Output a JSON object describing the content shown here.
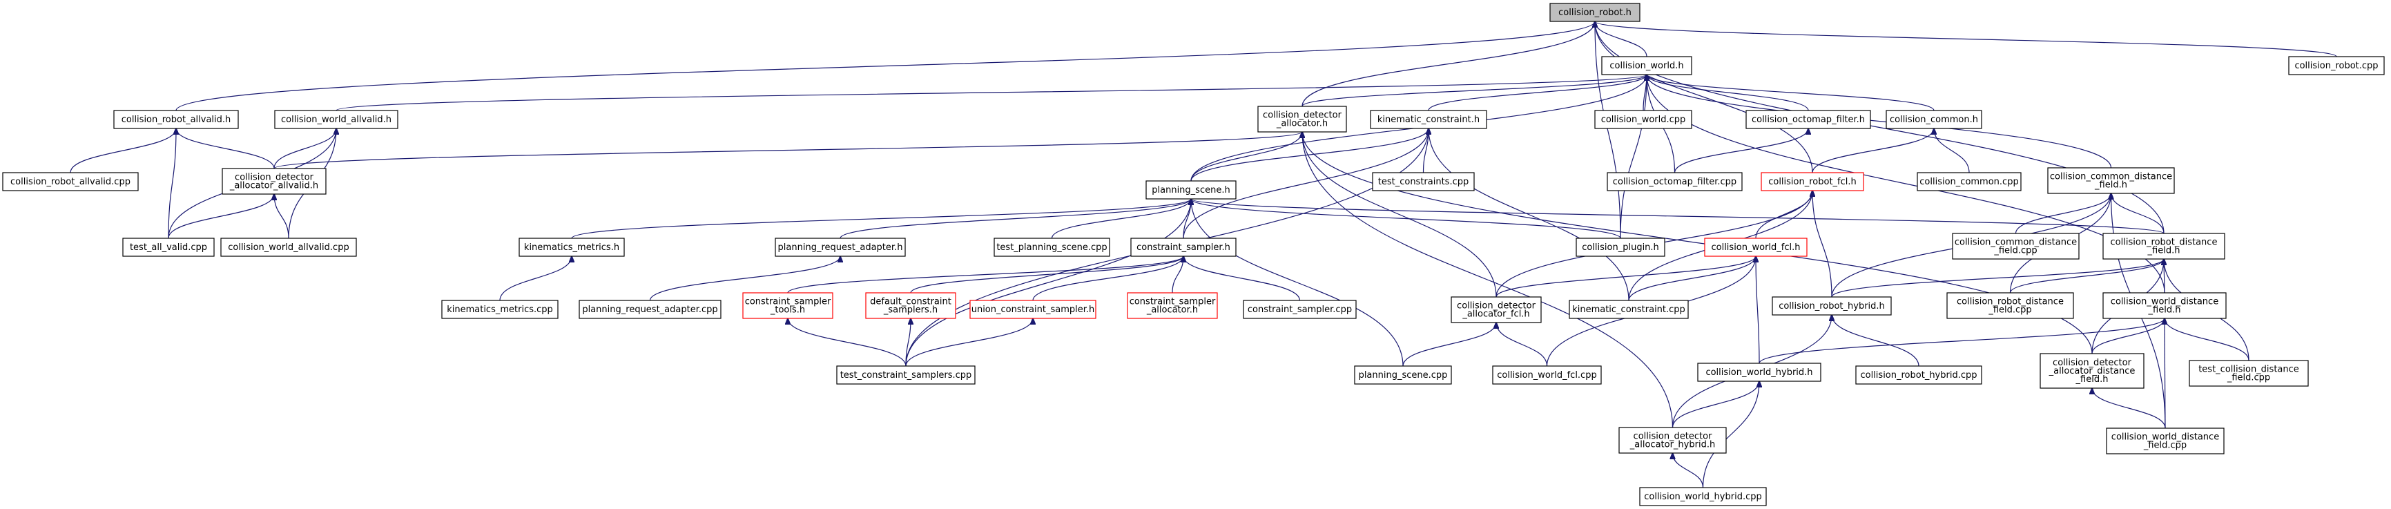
{
  "colors": {
    "edge": "#191970",
    "border": "#000000",
    "red_border": "#ff0000",
    "root_fill": "#bfbfbf",
    "background": "#ffffff"
  },
  "nodes": {
    "collision_robot_h": {
      "lines": [
        "collision_robot.h"
      ],
      "style": "root"
    },
    "collision_world_h": {
      "lines": [
        "collision_world.h"
      ]
    },
    "collision_robot_cpp": {
      "lines": [
        "collision_robot.cpp"
      ]
    },
    "collision_robot_allvalid_h": {
      "lines": [
        "collision_robot_allvalid.h"
      ]
    },
    "collision_world_allvalid_h": {
      "lines": [
        "collision_world_allvalid.h"
      ]
    },
    "collision_detector_allocator_h": {
      "lines": [
        "collision_detector",
        "_allocator.h"
      ]
    },
    "kinematic_constraint_h": {
      "lines": [
        "kinematic_constraint.h"
      ]
    },
    "collision_world_cpp": {
      "lines": [
        "collision_world.cpp"
      ]
    },
    "collision_octomap_filter_h": {
      "lines": [
        "collision_octomap_filter.h"
      ]
    },
    "collision_common_h": {
      "lines": [
        "collision_common.h"
      ]
    },
    "collision_robot_allvalid_cpp": {
      "lines": [
        "collision_robot_allvalid.cpp"
      ]
    },
    "collision_detector_allocator_allvalid_h": {
      "lines": [
        "collision_detector",
        "_allocator_allvalid.h"
      ]
    },
    "test_constraints_cpp": {
      "lines": [
        "test_constraints.cpp"
      ]
    },
    "collision_octomap_filter_cpp": {
      "lines": [
        "collision_octomap_filter.cpp"
      ]
    },
    "collision_robot_fcl_h": {
      "lines": [
        "collision_robot_fcl.h"
      ],
      "style": "red"
    },
    "collision_common_cpp": {
      "lines": [
        "collision_common.cpp"
      ]
    },
    "collision_common_distance_field_h": {
      "lines": [
        "collision_common_distance",
        "_field.h"
      ]
    },
    "planning_scene_h": {
      "lines": [
        "planning_scene.h"
      ]
    },
    "test_all_valid_cpp": {
      "lines": [
        "test_all_valid.cpp"
      ]
    },
    "collision_world_allvalid_cpp": {
      "lines": [
        "collision_world_allvalid.cpp"
      ]
    },
    "kinematics_metrics_h": {
      "lines": [
        "kinematics_metrics.h"
      ]
    },
    "planning_request_adapter_h": {
      "lines": [
        "planning_request_adapter.h"
      ]
    },
    "test_planning_scene_cpp": {
      "lines": [
        "test_planning_scene.cpp"
      ]
    },
    "constraint_sampler_h": {
      "lines": [
        "constraint_sampler.h"
      ]
    },
    "collision_plugin_h": {
      "lines": [
        "collision_plugin.h"
      ]
    },
    "collision_world_fcl_h": {
      "lines": [
        "collision_world_fcl.h"
      ],
      "style": "red"
    },
    "collision_common_distance_field_cpp": {
      "lines": [
        "collision_common_distance",
        "_field.cpp"
      ]
    },
    "collision_robot_distance_field_h": {
      "lines": [
        "collision_robot_distance",
        "_field.h"
      ]
    },
    "kinematics_metrics_cpp": {
      "lines": [
        "kinematics_metrics.cpp"
      ]
    },
    "planning_request_adapter_cpp": {
      "lines": [
        "planning_request_adapter.cpp"
      ]
    },
    "constraint_sampler_tools_h": {
      "lines": [
        "constraint_sampler",
        "_tools.h"
      ],
      "style": "red"
    },
    "default_constraint_samplers_h": {
      "lines": [
        "default_constraint",
        "_samplers.h"
      ],
      "style": "red"
    },
    "union_constraint_sampler_h": {
      "lines": [
        "union_constraint_sampler.h"
      ],
      "style": "red"
    },
    "constraint_sampler_allocator_h": {
      "lines": [
        "constraint_sampler",
        "_allocator.h"
      ],
      "style": "red"
    },
    "constraint_sampler_cpp": {
      "lines": [
        "constraint_sampler.cpp"
      ]
    },
    "collision_detector_allocator_fcl_h": {
      "lines": [
        "collision_detector",
        "_allocator_fcl.h"
      ]
    },
    "kinematic_constraint_cpp": {
      "lines": [
        "kinematic_constraint.cpp"
      ]
    },
    "collision_robot_hybrid_h": {
      "lines": [
        "collision_robot_hybrid.h"
      ]
    },
    "collision_robot_distance_field_cpp": {
      "lines": [
        "collision_robot_distance",
        "_field.cpp"
      ]
    },
    "collision_world_distance_field_h": {
      "lines": [
        "collision_world_distance",
        "_field.h"
      ]
    },
    "test_constraint_samplers_cpp": {
      "lines": [
        "test_constraint_samplers.cpp"
      ]
    },
    "planning_scene_cpp": {
      "lines": [
        "planning_scene.cpp"
      ]
    },
    "collision_world_fcl_cpp": {
      "lines": [
        "collision_world_fcl.cpp"
      ]
    },
    "collision_world_hybrid_h": {
      "lines": [
        "collision_world_hybrid.h"
      ]
    },
    "collision_robot_hybrid_cpp": {
      "lines": [
        "collision_robot_hybrid.cpp"
      ]
    },
    "collision_detector_allocator_distance_field_h": {
      "lines": [
        "collision_detector",
        "_allocator_distance",
        "_field.h"
      ]
    },
    "test_collision_distance_field_cpp": {
      "lines": [
        "test_collision_distance",
        "_field.cpp"
      ]
    },
    "collision_detector_allocator_hybrid_h": {
      "lines": [
        "collision_detector",
        "_allocator_hybrid.h"
      ]
    },
    "collision_world_distance_field_cpp": {
      "lines": [
        "collision_world_distance",
        "_field.cpp"
      ]
    },
    "collision_world_hybrid_cpp": {
      "lines": [
        "collision_world_hybrid.cpp"
      ]
    }
  },
  "edges": [
    [
      "collision_world_h",
      "collision_robot_h"
    ],
    [
      "collision_robot_cpp",
      "collision_robot_h"
    ],
    [
      "collision_robot_allvalid_h",
      "collision_robot_h"
    ],
    [
      "collision_detector_allocator_h",
      "collision_robot_h"
    ],
    [
      "collision_plugin_h",
      "collision_robot_h"
    ],
    [
      "collision_robot_fcl_h",
      "collision_robot_h"
    ],
    [
      "collision_robot_distance_field_h",
      "collision_robot_h"
    ],
    [
      "collision_world_allvalid_h",
      "collision_world_h"
    ],
    [
      "collision_detector_allocator_h",
      "collision_world_h"
    ],
    [
      "kinematic_constraint_h",
      "collision_world_h"
    ],
    [
      "collision_world_cpp",
      "collision_world_h"
    ],
    [
      "collision_octomap_filter_h",
      "collision_world_h"
    ],
    [
      "collision_common_h",
      "collision_world_h"
    ],
    [
      "collision_octomap_filter_cpp",
      "collision_world_h"
    ],
    [
      "collision_common_distance_field_h",
      "collision_world_h"
    ],
    [
      "planning_scene_h",
      "collision_world_h"
    ],
    [
      "collision_plugin_h",
      "collision_world_h"
    ],
    [
      "collision_world_distance_field_h",
      "collision_world_h"
    ],
    [
      "collision_robot_allvalid_cpp",
      "collision_robot_allvalid_h"
    ],
    [
      "test_all_valid_cpp",
      "collision_robot_allvalid_h"
    ],
    [
      "collision_detector_allocator_allvalid_h",
      "collision_robot_allvalid_h"
    ],
    [
      "collision_detector_allocator_allvalid_h",
      "collision_world_allvalid_h"
    ],
    [
      "test_all_valid_cpp",
      "collision_world_allvalid_h"
    ],
    [
      "collision_world_allvalid_cpp",
      "collision_world_allvalid_h"
    ],
    [
      "collision_detector_allocator_allvalid_h",
      "collision_detector_allocator_h"
    ],
    [
      "planning_scene_h",
      "collision_detector_allocator_h"
    ],
    [
      "collision_detector_allocator_fcl_h",
      "collision_detector_allocator_h"
    ],
    [
      "collision_detector_allocator_distance_field_h",
      "collision_detector_allocator_h"
    ],
    [
      "collision_detector_allocator_hybrid_h",
      "collision_detector_allocator_h"
    ],
    [
      "planning_scene_h",
      "kinematic_constraint_h"
    ],
    [
      "test_constraints_cpp",
      "kinematic_constraint_h"
    ],
    [
      "constraint_sampler_h",
      "kinematic_constraint_h"
    ],
    [
      "kinematic_constraint_cpp",
      "kinematic_constraint_h"
    ],
    [
      "test_constraint_samplers_cpp",
      "kinematic_constraint_h"
    ],
    [
      "collision_octomap_filter_cpp",
      "collision_octomap_filter_h"
    ],
    [
      "collision_robot_fcl_h",
      "collision_common_h"
    ],
    [
      "collision_common_cpp",
      "collision_common_h"
    ],
    [
      "test_all_valid_cpp",
      "collision_detector_allocator_allvalid_h"
    ],
    [
      "collision_world_allvalid_cpp",
      "collision_detector_allocator_allvalid_h"
    ],
    [
      "collision_world_fcl_h",
      "collision_robot_fcl_h"
    ],
    [
      "collision_detector_allocator_fcl_h",
      "collision_robot_fcl_h"
    ],
    [
      "kinematic_constraint_cpp",
      "collision_robot_fcl_h"
    ],
    [
      "collision_robot_hybrid_h",
      "collision_robot_fcl_h"
    ],
    [
      "collision_common_distance_field_cpp",
      "collision_common_distance_field_h"
    ],
    [
      "collision_robot_distance_field_h",
      "collision_common_distance_field_h"
    ],
    [
      "collision_robot_hybrid_h",
      "collision_common_distance_field_h"
    ],
    [
      "collision_robot_distance_field_cpp",
      "collision_common_distance_field_h"
    ],
    [
      "collision_world_distance_field_cpp",
      "collision_common_distance_field_h"
    ],
    [
      "kinematics_metrics_h",
      "planning_scene_h"
    ],
    [
      "planning_request_adapter_h",
      "planning_scene_h"
    ],
    [
      "test_planning_scene_cpp",
      "planning_scene_h"
    ],
    [
      "constraint_sampler_h",
      "planning_scene_h"
    ],
    [
      "collision_plugin_h",
      "planning_scene_h"
    ],
    [
      "collision_robot_distance_field_h",
      "planning_scene_h"
    ],
    [
      "test_constraint_samplers_cpp",
      "planning_scene_h"
    ],
    [
      "planning_scene_cpp",
      "planning_scene_h"
    ],
    [
      "kinematics_metrics_cpp",
      "kinematics_metrics_h"
    ],
    [
      "planning_request_adapter_cpp",
      "planning_request_adapter_h"
    ],
    [
      "constraint_sampler_tools_h",
      "constraint_sampler_h"
    ],
    [
      "default_constraint_samplers_h",
      "constraint_sampler_h"
    ],
    [
      "union_constraint_sampler_h",
      "constraint_sampler_h"
    ],
    [
      "constraint_sampler_allocator_h",
      "constraint_sampler_h"
    ],
    [
      "constraint_sampler_cpp",
      "constraint_sampler_h"
    ],
    [
      "collision_detector_allocator_fcl_h",
      "collision_world_fcl_h"
    ],
    [
      "kinematic_constraint_cpp",
      "collision_world_fcl_h"
    ],
    [
      "collision_world_hybrid_h",
      "collision_world_fcl_h"
    ],
    [
      "collision_world_fcl_cpp",
      "collision_world_fcl_h"
    ],
    [
      "collision_robot_hybrid_h",
      "collision_robot_distance_field_h"
    ],
    [
      "collision_robot_distance_field_cpp",
      "collision_robot_distance_field_h"
    ],
    [
      "collision_world_distance_field_h",
      "collision_robot_distance_field_h"
    ],
    [
      "collision_detector_allocator_distance_field_h",
      "collision_robot_distance_field_h"
    ],
    [
      "test_collision_distance_field_cpp",
      "collision_robot_distance_field_h"
    ],
    [
      "test_constraint_samplers_cpp",
      "constraint_sampler_tools_h"
    ],
    [
      "test_constraint_samplers_cpp",
      "default_constraint_samplers_h"
    ],
    [
      "test_constraint_samplers_cpp",
      "union_constraint_sampler_h"
    ],
    [
      "planning_scene_cpp",
      "collision_detector_allocator_fcl_h"
    ],
    [
      "collision_world_fcl_cpp",
      "collision_detector_allocator_fcl_h"
    ],
    [
      "collision_robot_hybrid_cpp",
      "collision_robot_hybrid_h"
    ],
    [
      "collision_detector_allocator_hybrid_h",
      "collision_robot_hybrid_h"
    ],
    [
      "collision_world_hybrid_h",
      "collision_world_distance_field_h"
    ],
    [
      "collision_detector_allocator_distance_field_h",
      "collision_world_distance_field_h"
    ],
    [
      "test_collision_distance_field_cpp",
      "collision_world_distance_field_h"
    ],
    [
      "collision_world_distance_field_cpp",
      "collision_world_distance_field_h"
    ],
    [
      "collision_detector_allocator_hybrid_h",
      "collision_world_hybrid_h"
    ],
    [
      "collision_world_hybrid_cpp",
      "collision_world_hybrid_h"
    ],
    [
      "collision_world_distance_field_cpp",
      "collision_detector_allocator_distance_field_h"
    ],
    [
      "collision_world_hybrid_cpp",
      "collision_detector_allocator_hybrid_h"
    ]
  ]
}
